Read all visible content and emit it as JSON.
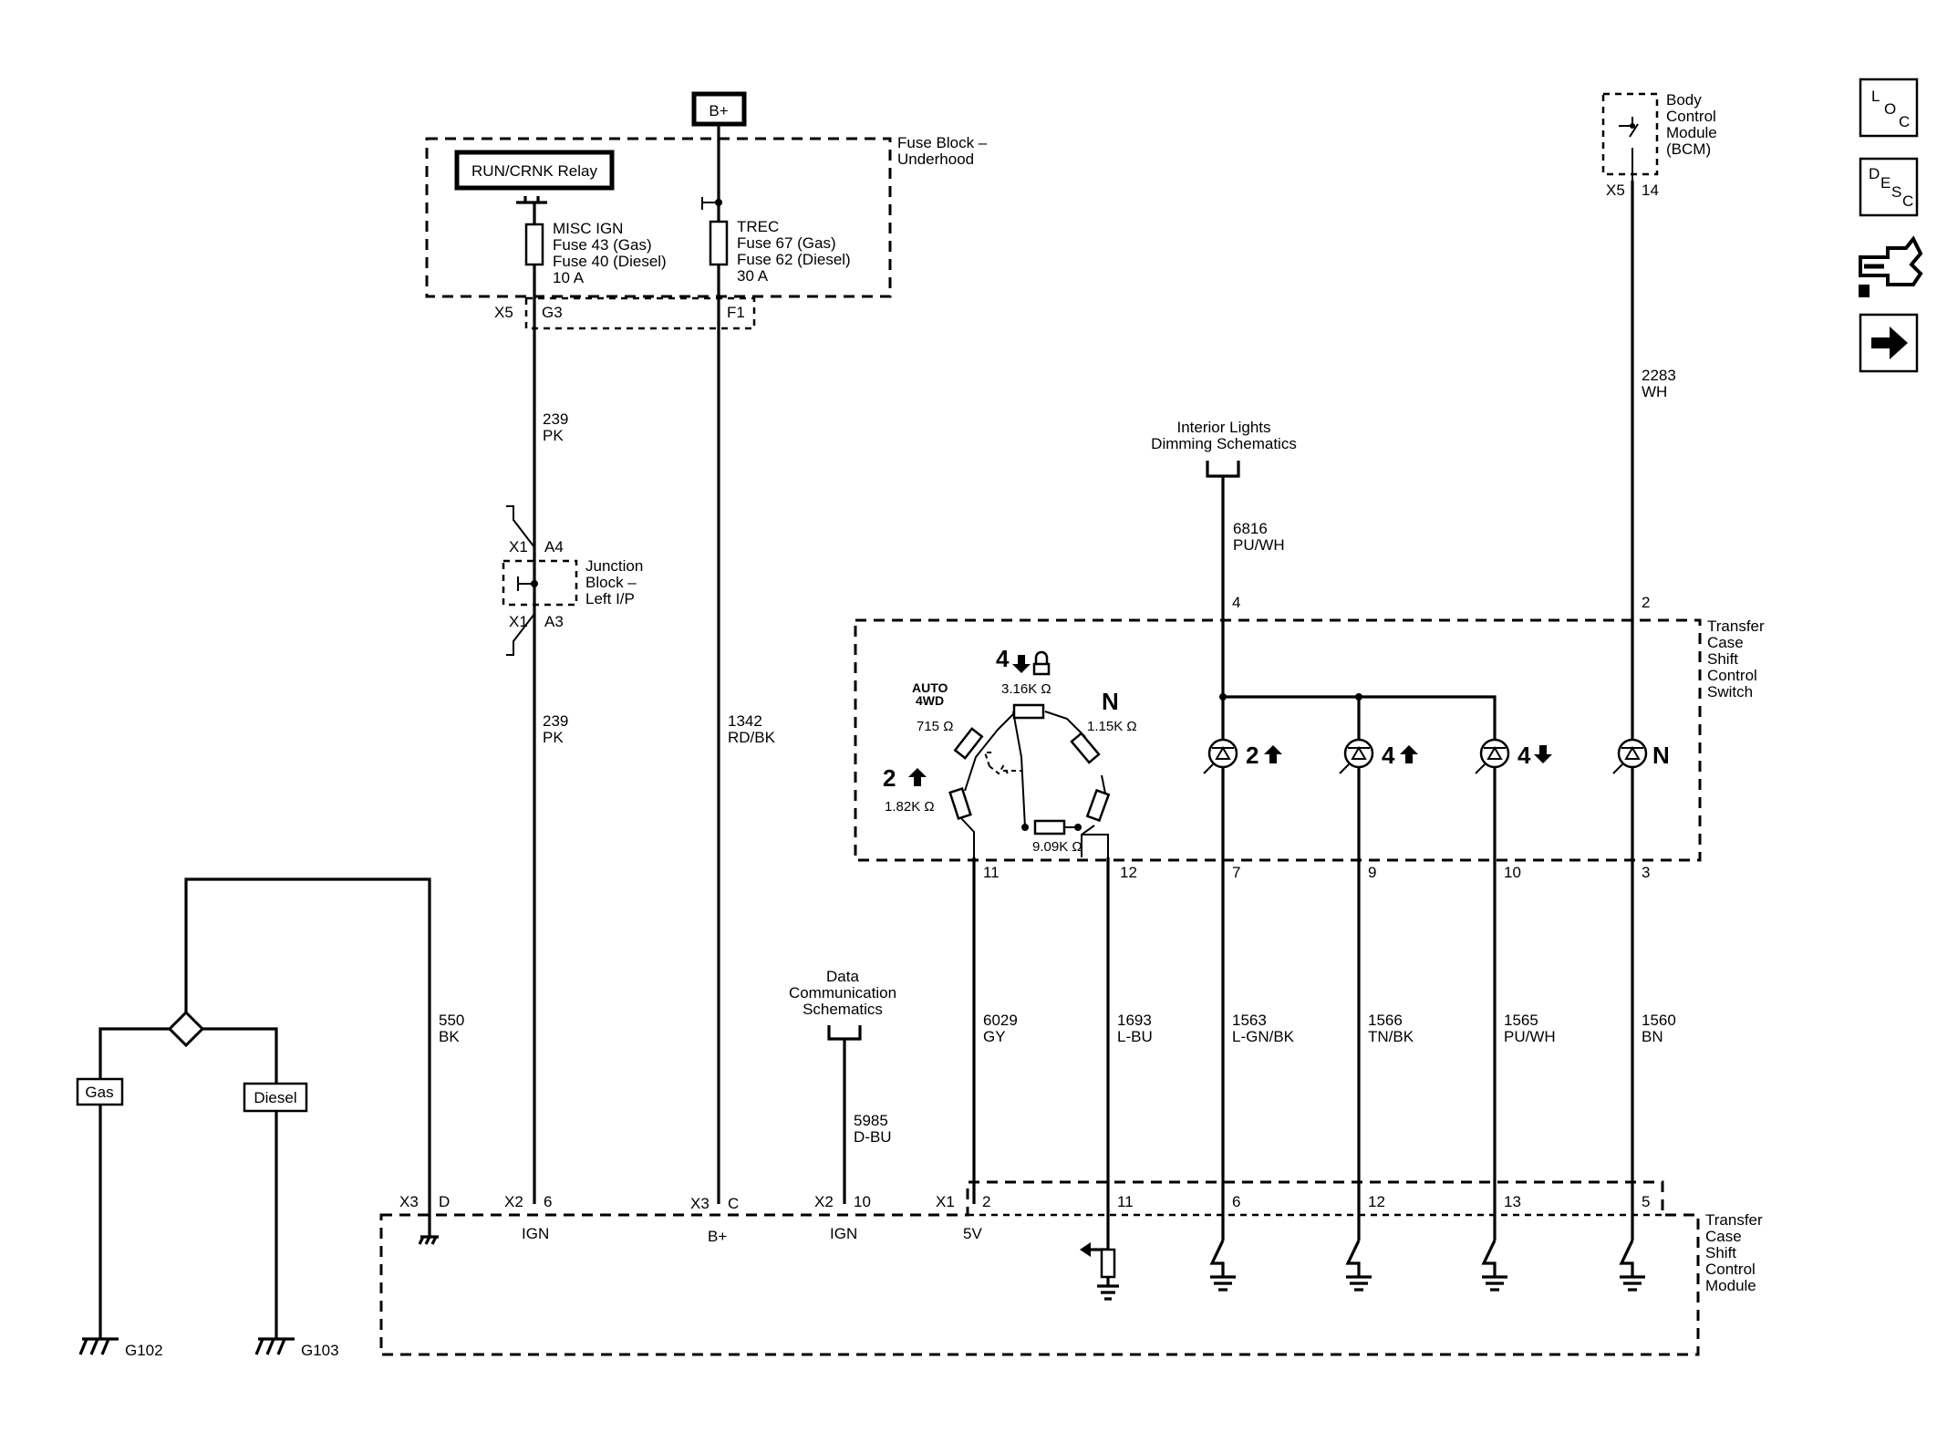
{
  "power": {
    "bplus": "B+",
    "relay": "RUN/CRNK Relay",
    "fuse_block": [
      "Fuse Block –",
      "Underhood"
    ],
    "misc_fuse": [
      "MISC IGN",
      "Fuse 43 (Gas)",
      "Fuse 40 (Diesel)",
      "10 A"
    ],
    "trec_fuse": [
      "TREC",
      "Fuse 67 (Gas)",
      "Fuse 62 (Diesel)",
      "30 A"
    ],
    "x5": "X5",
    "g3": "G3",
    "f1": "F1"
  },
  "bcm": {
    "label": [
      "Body",
      "Control",
      "Module",
      "(BCM)"
    ],
    "conn": "X5",
    "pin": "14",
    "wire": [
      "2283",
      "WH"
    ]
  },
  "junction": {
    "label": [
      "Junction",
      "Block –",
      "Left I/P"
    ],
    "x1a": "X1",
    "a4": "A4",
    "x1b": "X1",
    "a3": "A3"
  },
  "wires": {
    "w239a": [
      "239",
      "PK"
    ],
    "w239b": [
      "239",
      "PK"
    ],
    "w1342": [
      "1342",
      "RD/BK"
    ],
    "w550": [
      "550",
      "BK"
    ],
    "w5985": [
      "5985",
      "D-BU"
    ],
    "w6029": [
      "6029",
      "GY"
    ],
    "w1693": [
      "1693",
      "L-BU"
    ],
    "w1563": [
      "1563",
      "L-GN/BK"
    ],
    "w1566": [
      "1566",
      "TN/BK"
    ],
    "w1565": [
      "1565",
      "PU/WH"
    ],
    "w1560": [
      "1560",
      "BN"
    ],
    "w6816": [
      "6816",
      "PU/WH"
    ]
  },
  "refs": {
    "interior": [
      "Interior Lights",
      "Dimming Schematics"
    ],
    "datacomm": [
      "Data",
      "Communication",
      "Schematics"
    ]
  },
  "switch": {
    "label": [
      "Transfer",
      "Case",
      "Shift",
      "Control",
      "Switch"
    ],
    "pin4": "4",
    "pin2": "2",
    "pins_bottom": [
      "11",
      "12",
      "7",
      "9",
      "10",
      "3"
    ],
    "mode_2up": "2",
    "mode_4low": "4",
    "mode_n": "N",
    "auto": [
      "AUTO",
      "4WD"
    ],
    "r_2up": "1.82K Ω",
    "r_auto": "715 Ω",
    "r_4low": "3.16K Ω",
    "r_n": "1.15K Ω",
    "r_bottom": "9.09K Ω",
    "lamps": [
      "2",
      "4",
      "4",
      "N"
    ]
  },
  "module": {
    "label": [
      "Transfer",
      "Case",
      "Shift",
      "Control",
      "Module"
    ],
    "x3d": "X3",
    "d": "D",
    "x2a": "X2",
    "p6": "6",
    "ign1": "IGN",
    "x3c": "X3",
    "c": "C",
    "bplus": "B+",
    "x2b": "X2",
    "p10": "10",
    "ign2": "IGN",
    "x1": "X1",
    "p2": "2",
    "v5": "5V",
    "p11": "11",
    "p6b": "6",
    "p12": "12",
    "p13": "13",
    "p5": "5"
  },
  "ground": {
    "gas": "Gas",
    "diesel": "Diesel",
    "g102": "G102",
    "g103": "G103"
  },
  "side_icons": [
    "loc-icon",
    "desc-icon",
    "connector-icon",
    "next-icon"
  ],
  "side_letters": {
    "loc": [
      "L",
      "O",
      "C"
    ],
    "desc": [
      "D",
      "E",
      "S",
      "C"
    ]
  }
}
